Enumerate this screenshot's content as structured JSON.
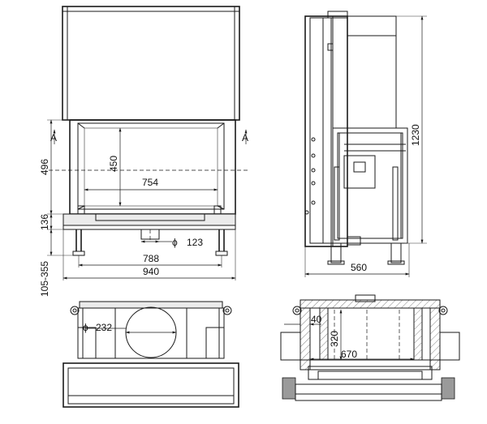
{
  "front_view": {
    "section_mark_left": "A",
    "section_mark_right": "A",
    "dim_opening_height": "450",
    "dim_opening_width": "754",
    "dim_height_496": "496",
    "dim_height_136": "136",
    "dim_flue_diameter": "123",
    "dim_leg_span": "788",
    "dim_total_width": "940",
    "dim_leg_height": "105-355"
  },
  "side_view": {
    "dim_total_height": "1230",
    "dim_depth": "560"
  },
  "top_view": {
    "dim_flue_diameter": "232"
  },
  "section_view": {
    "dim_wall": "40",
    "dim_depth": "320",
    "dim_width": "670"
  },
  "symbols": {
    "diameter": "ϕ"
  }
}
